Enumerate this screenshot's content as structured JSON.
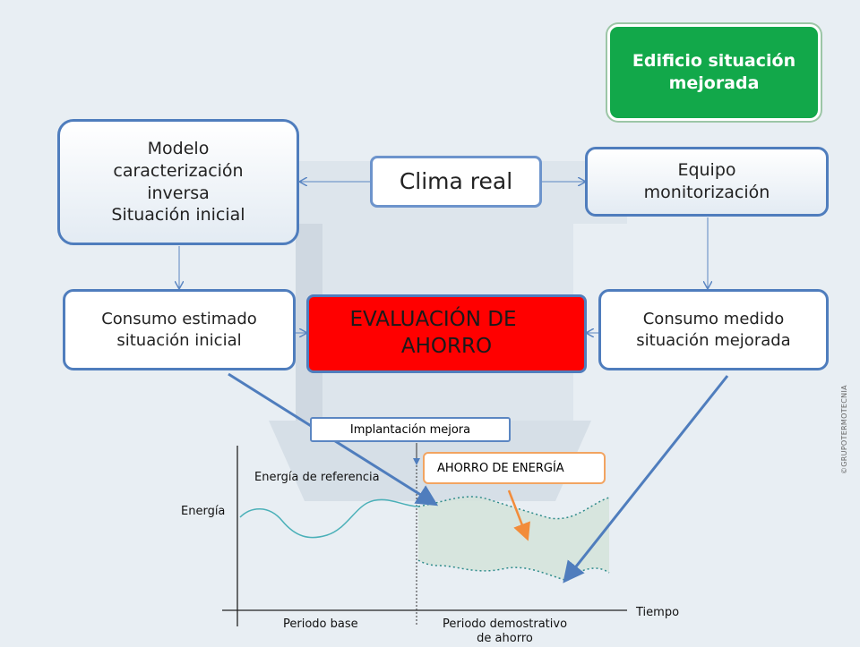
{
  "boxes": {
    "edificio": "Edificio situación mejorada",
    "modelo": [
      "Modelo",
      "caracterización",
      "inversa",
      "Situación inicial"
    ],
    "clima": "Clima real",
    "equipo": [
      "Equipo",
      "monitorización"
    ],
    "consumo_estimado": [
      "Consumo estimado",
      "situación inicial"
    ],
    "evaluacion": [
      "EVALUACIÓN DE",
      "AHORRO"
    ],
    "consumo_medido": [
      "Consumo medido",
      "situación mejorada"
    ]
  },
  "chart": {
    "implantacion": "Implantación mejora",
    "ahorro": "AHORRO DE ENERGÍA",
    "energia_ref": "Energía de referencia",
    "energia": "Energía",
    "tiempo": "Tiempo",
    "periodo_base": "Periodo base",
    "periodo_demo": [
      "Periodo demostrativo",
      "de ahorro"
    ]
  },
  "watermark": "©GRUPOTERMOTECNIA",
  "colors": {
    "accent_blue": "#4f7dbd",
    "green": "#12a84a",
    "red": "#ff0000",
    "teal_line": "#4ab0b8",
    "orange": "#f28c3a"
  }
}
